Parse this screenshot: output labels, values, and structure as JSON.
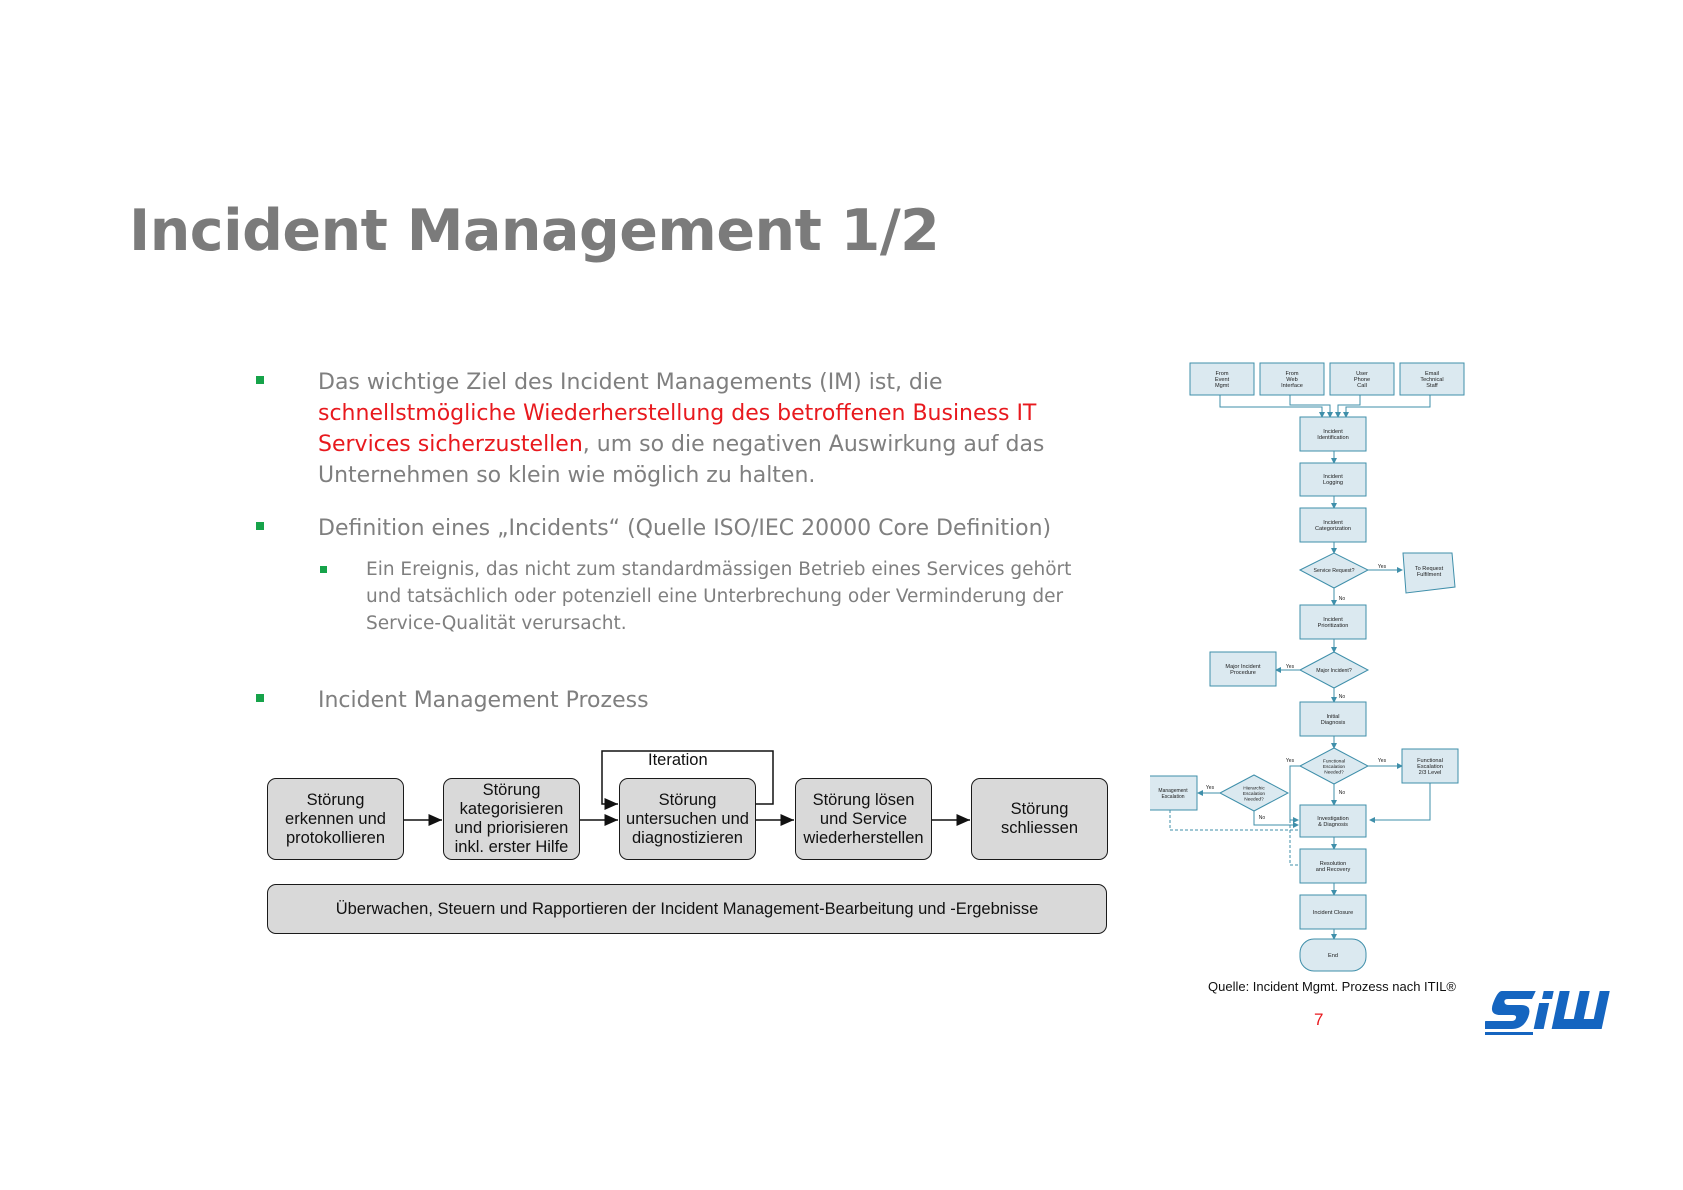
{
  "title": "Incident Management 1/2",
  "bullets": {
    "b1": {
      "part1": "Das wichtige Ziel des Incident Managements (IM) ist, die",
      "highlight_line1": "schnellstmögliche Wiederherstellung des betroffenen Business IT",
      "highlight_line2": "Services sicherzustellen",
      "rest_line3": ", um so die negativen Auswirkung auf das",
      "line4": "Unternehmen so klein wie möglich zu halten."
    },
    "b2": "Definition eines „Incidents“ (Quelle ISO/IEC 20000 Core Definition)",
    "b2_sub": {
      "line1": "Ein Ereignis, das nicht zum standardmässigen Betrieb eines Services gehört",
      "line2": "und tatsächlich oder potenziell eine Unterbrechung oder Verminderung der",
      "line3": "Service-Qualität verursacht."
    },
    "b3": "Incident Management Prozess"
  },
  "process": {
    "iteration_label": "Iteration",
    "steps": [
      "Störung\nerkennen und\nprotokollieren",
      "Störung\nkategorisieren\nund priorisieren\ninkl. erster Hilfe",
      "Störung\nuntersuchen und\ndiagnostizieren",
      "Störung lösen\nund Service\nwiederherstellen",
      "Störung\nschliessen"
    ],
    "monitor_bar": "Überwachen, Steuern und Rapportieren der Incident Management-Bearbeitung und -Ergebnisse"
  },
  "itil_flow": {
    "sources": [
      "From\nEvent\nMgmt",
      "From\nWeb\nInterface",
      "User\nPhone\nCall",
      "Email\nTechnical\nStaff"
    ],
    "identification": "Incident\nIdentification",
    "logging": "Incident\nLogging",
    "categorization": "Incident\nCategorization",
    "service_request": "Service Request?",
    "to_request_fulfilment": "To Request\nFulfilment",
    "prioritization": "Incident\nPrioritization",
    "major_incident": "Major Incident?",
    "major_incident_procedure": "Major Incident\nProcedure",
    "initial_diagnosis": "Initial\nDiagnosis",
    "functional_escalation": "Functional\nEscalation\nNeeded?",
    "functional_escalation_box": "Functional\nEscalation\n2/3 Level",
    "hierarchic_escalation": "Hierarchic\nEscalation\nNeeded?",
    "management_escalation": "Management\nEscalation",
    "investigation": "Investigation\n& Diagnosis",
    "resolution": "Resolution\nand Recovery",
    "closure": "Incident Closure",
    "end": "End",
    "yes": "Yes",
    "no": "No"
  },
  "source_caption": "Quelle: Incident Mgmt. Prozess nach ITIL®",
  "page_number": "7",
  "logo_text": "SIW",
  "colors": {
    "bullet_green": "#16a34a",
    "highlight_red": "#e8191e",
    "itil_box_fill": "#dbe9f0",
    "itil_box_stroke": "#3f8faa",
    "logo_blue": "#1565c0"
  }
}
